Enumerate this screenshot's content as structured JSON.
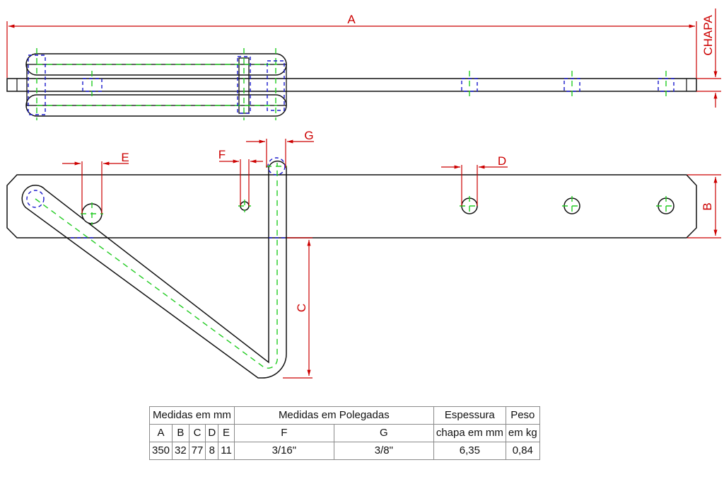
{
  "dimension_labels": {
    "a": "A",
    "b": "B",
    "c": "C",
    "d": "D",
    "e": "E",
    "f": "F",
    "g": "G",
    "chapa": "CHAPA"
  },
  "colors": {
    "outline": "#111111",
    "dimension": "#cc0000",
    "centerline": "#22cc22",
    "hidden": "#1a1acc"
  },
  "table": {
    "group_mm": "Medidas em mm",
    "group_inches": "Medidas em Polegadas",
    "thickness_header_1": "Espessura",
    "thickness_header_2": "chapa em mm",
    "weight_header_1": "Peso",
    "weight_header_2": "em kg",
    "columns": [
      "A",
      "B",
      "C",
      "D",
      "E",
      "F",
      "G"
    ],
    "values": {
      "A": "350",
      "B": "32",
      "C": "77",
      "D": "8",
      "E": "11",
      "F": "3/16\"",
      "G": "3/8\"",
      "thickness": "6,35",
      "weight": "0,84"
    }
  }
}
